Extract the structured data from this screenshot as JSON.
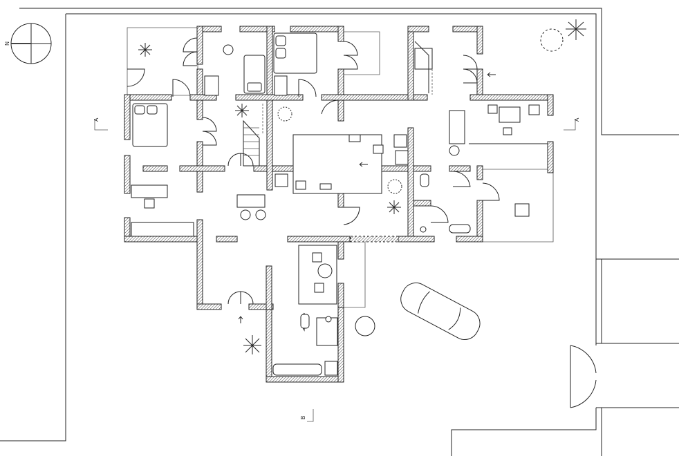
{
  "plan": {
    "north_label": "N",
    "section_a_label": "A",
    "section_b_label": "B"
  }
}
